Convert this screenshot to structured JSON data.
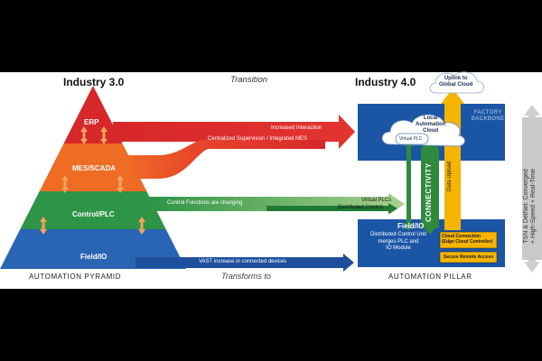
{
  "titles": {
    "industry30": "Industry 3.0",
    "transition": "Transition",
    "industry40": "Industry 4.0"
  },
  "footer": {
    "pyramid": "AUTOMATION PYRAMID",
    "transforms": "Transforms to",
    "pillar": "AUTOMATION PILLAR"
  },
  "pyramid": {
    "erp": "ERP",
    "mes": "MES/SCADA",
    "control": "Control/PLC",
    "field": "Field/IO"
  },
  "arrows": {
    "interaction": "Increased Interaction",
    "supervision": "Centralized Supervision / Integrated MES",
    "control_change": "Control Functions are changing",
    "virtual_plcs": "Virtual PLCs",
    "distributed": "Distributed Control",
    "vast": "VAST increase in connected devices"
  },
  "pillar": {
    "uplink": [
      "Uplink to",
      "Global Cloud"
    ],
    "backbone": [
      "FACTORY",
      "BACKBONE"
    ],
    "local_cloud": [
      "Local",
      "Automation",
      "Cloud"
    ],
    "virtual_plc": "Virtual PLC",
    "connectivity": "CONNECTIVITY",
    "data_upload": "Data Upload",
    "field_io": "Field/IO",
    "dcu": [
      "Distributed Control Unit",
      "merges PLC and",
      "IO Module"
    ],
    "cloud_connection": [
      "Cloud Connection",
      "(Edge Cloud Controller)"
    ],
    "secure_remote": "Secure Remote Access"
  },
  "side": [
    "TSN & DetNet: Converged",
    "+ High-Speed + Real-Time"
  ],
  "colors": {
    "erp": "#d6272a",
    "mes": "#ef6c24",
    "control": "#2e9446",
    "field": "#2a64b4",
    "pillar_blue": "#1b56a6",
    "connectivity_green": "#2f8a3c",
    "data_upload_yellow": "#f5b400",
    "side_grey": "#c9c9c9"
  }
}
